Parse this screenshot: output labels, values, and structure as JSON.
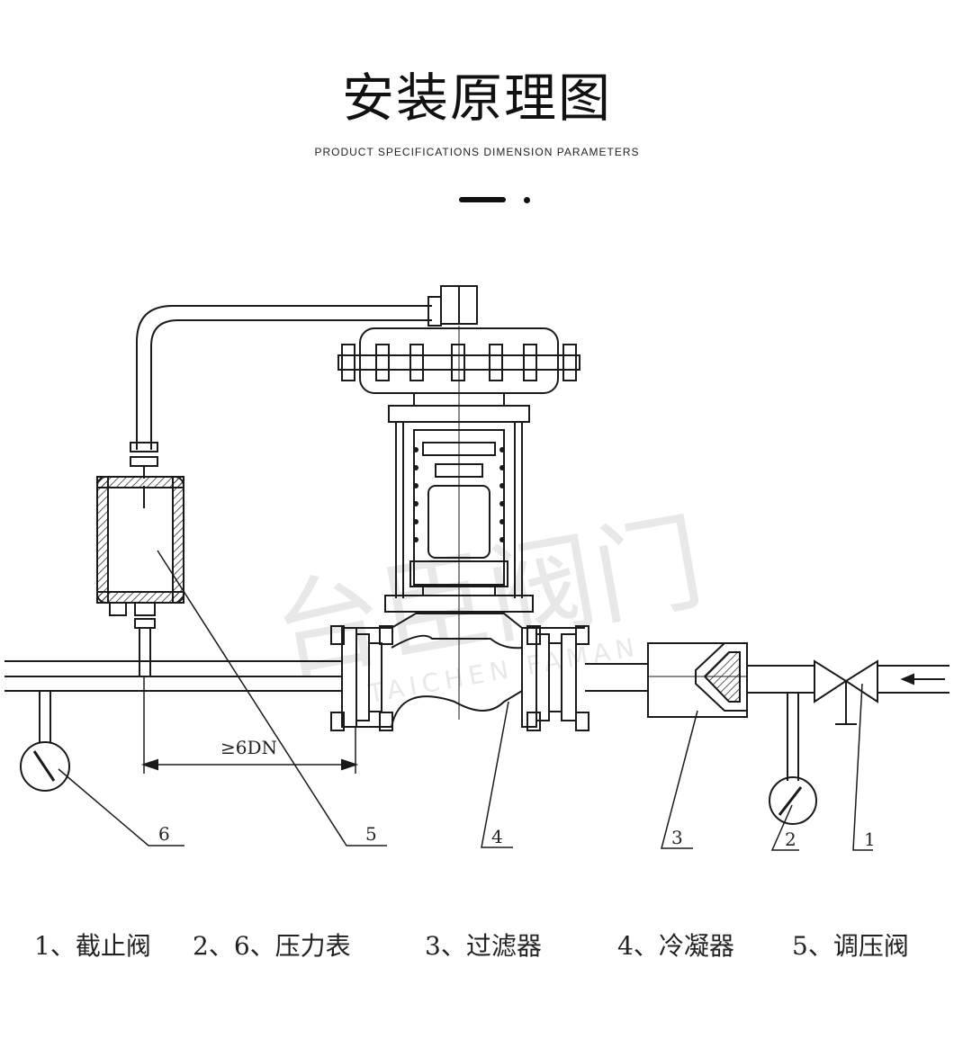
{
  "header": {
    "title": "安装原理图",
    "subtitle": "PRODUCT  SPECIFICATIONS  DIMENSION PARAMETERS"
  },
  "diagram": {
    "callouts": [
      "6",
      "5",
      "4",
      "3",
      "2",
      "1"
    ],
    "dimension": "≥6DN",
    "watermark": {
      "cn": "台臣阀门",
      "en": "TAICHEN FAMAN"
    }
  },
  "legend": {
    "items": [
      "1、截止阀",
      "2、6、压力表",
      "3、过滤器",
      "4、冷凝器",
      "5、调压阀"
    ]
  }
}
